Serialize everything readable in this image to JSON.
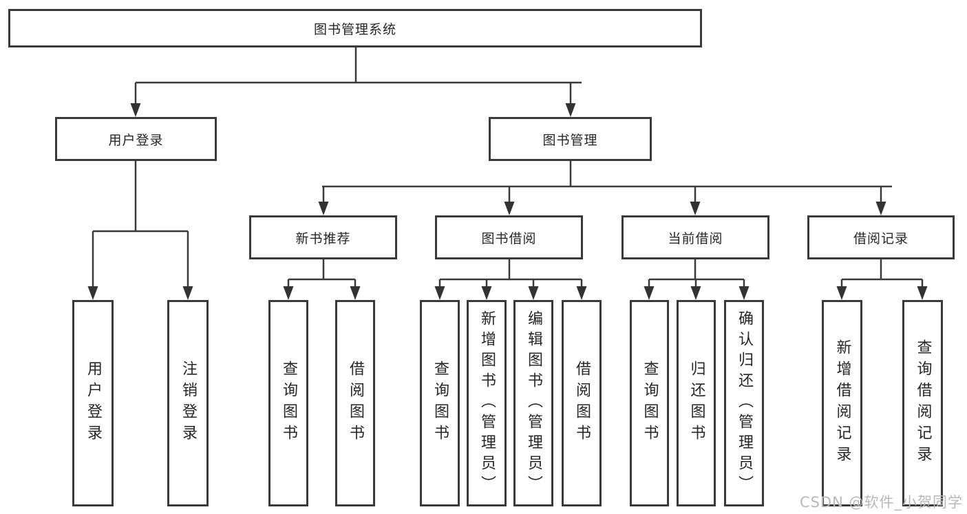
{
  "tree": {
    "label": "图书管理系统",
    "children": [
      {
        "label": "用户登录",
        "children": [
          {
            "label": "用户登录"
          },
          {
            "label": "注销登录"
          }
        ]
      },
      {
        "label": "图书管理",
        "children": [
          {
            "label": "新书推荐",
            "children": [
              {
                "label": "查询图书"
              },
              {
                "label": "借阅图书"
              }
            ]
          },
          {
            "label": "图书借阅",
            "children": [
              {
                "label": "查询图书"
              },
              {
                "label": "新增图书（管理员）"
              },
              {
                "label": "编辑图书（管理员）"
              },
              {
                "label": "借阅图书"
              }
            ]
          },
          {
            "label": "当前借阅",
            "children": [
              {
                "label": "查询图书"
              },
              {
                "label": "归还图书"
              },
              {
                "label": "确认归还（管理员）"
              }
            ]
          },
          {
            "label": "借阅记录",
            "children": [
              {
                "label": "新增借阅记录"
              },
              {
                "label": "查询借阅记录"
              }
            ]
          }
        ]
      }
    ]
  },
  "watermark": {
    "text": "CSDN @软件_小贺同学"
  },
  "colors": {
    "line": "#3a3a3a",
    "border": "#3a3a3a",
    "text": "#262626",
    "watermark": "#b8b8b8",
    "background": "#ffffff"
  }
}
